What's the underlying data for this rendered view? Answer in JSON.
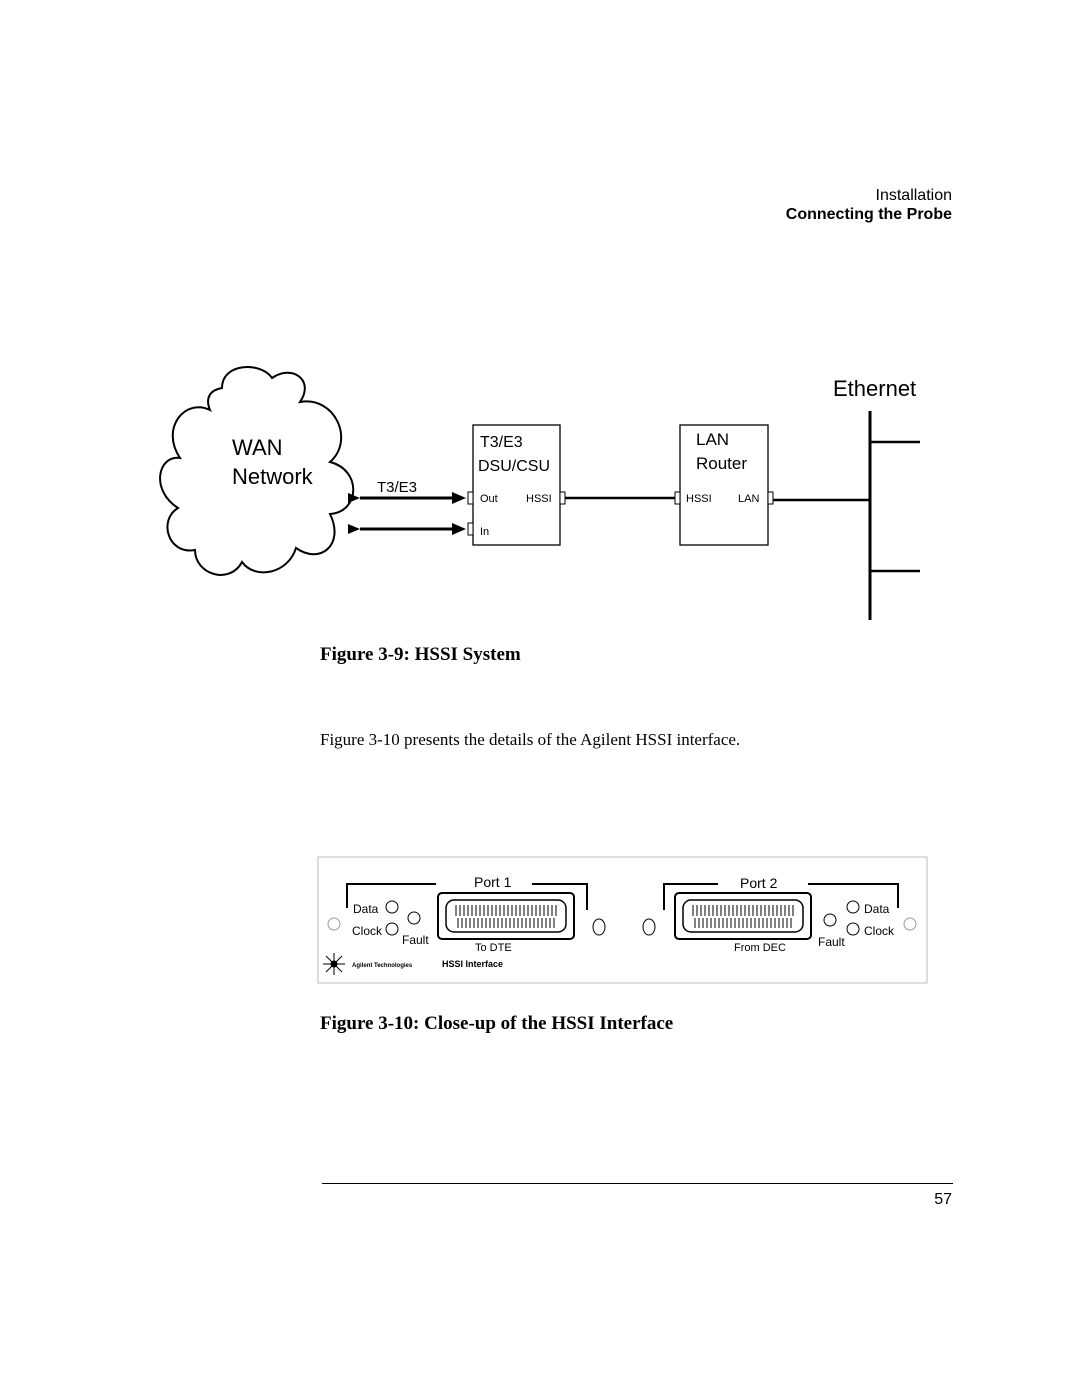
{
  "header": {
    "section": "Installation",
    "subsection": "Connecting the Probe"
  },
  "figure_9": {
    "ethernet_label": "Ethernet",
    "wan_line1": "WAN",
    "wan_line2": "Network",
    "link_label": "T3/E3",
    "dsu": {
      "line1": "T3/E3",
      "line2": "DSU/CSU",
      "out": "Out",
      "hssi": "HSSI",
      "in": "In"
    },
    "router": {
      "line1": "LAN",
      "line2": "Router",
      "hssi": "HSSI",
      "lan": "LAN"
    },
    "caption": "Figure 3-9:  HSSI System"
  },
  "body": {
    "paragraph": "Figure 3-10 presents the details of the Agilent  HSSI interface."
  },
  "figure_10": {
    "port1": "Port 1",
    "port2": "Port 2",
    "left_data": "Data",
    "left_clock": "Clock",
    "left_fault": "Fault",
    "to_dte": "To DTE",
    "from_dec": "From DEC",
    "right_fault": "Fault",
    "right_data": "Data",
    "right_clock": "Clock",
    "brand": "Agilent Technologies",
    "panel_name": "HSSI Interface",
    "caption": "Figure 3-10:  Close-up of the HSSI Interface"
  },
  "footer": {
    "page_number": "57"
  }
}
